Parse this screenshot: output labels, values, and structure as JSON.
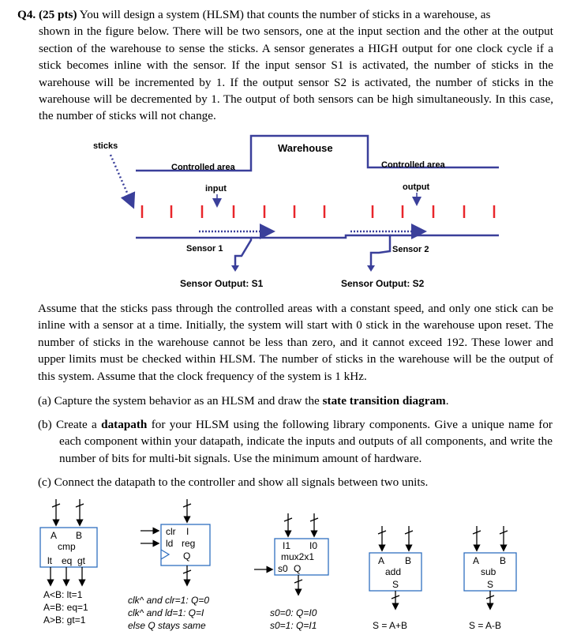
{
  "question": {
    "number": "Q4. (25 pts)",
    "text_line1": "You will design a system (HLSM) that counts the number of sticks in a warehouse, as",
    "text_rest": "shown in the figure below. There will be two sensors, one at the input section and the other at the output section of the warehouse to sense the sticks. A sensor generates a HIGH output for one clock cycle if a stick becomes inline with the sensor. If the input sensor S1 is activated, the number of sticks in the warehouse will be incremented by 1. If the output sensor S2 is activated, the number of sticks in the warehouse will be decremented by 1. The output of both sensors can be high simultaneously. In this case, the number of sticks will not change."
  },
  "figure": {
    "sticks_label": "sticks",
    "warehouse_label": "Warehouse",
    "controlled_area_left": "Controlled area",
    "controlled_area_right": "Controlled area",
    "input_label": "input",
    "output_label": "output",
    "sensor1_label": "Sensor 1",
    "sensor2_label": "Sensor 2",
    "sensor_output_s1": "Sensor Output: S1",
    "sensor_output_s2": "Sensor Output: S2",
    "stick_color": "#e8262b",
    "arrow_color": "#3a3f9a"
  },
  "assumptions": "Assume that the sticks pass through the controlled areas with a constant speed, and only one stick can be inline with a sensor at a time. Initially, the system will start with 0 stick in the warehouse upon reset. The number of sticks in the warehouse cannot be less than zero, and it cannot exceed 192. These lower and upper limits must be checked within HLSM. The number of sticks in the warehouse will be the output of this system. Assume that the clock frequency of the system is 1 kHz.",
  "parts": {
    "a_prefix": "(a) Capture the system behavior as an HLSM and draw the ",
    "a_bold": "state transition diagram",
    "a_suffix": ".",
    "b_prefix": "(b) Create a ",
    "b_bold": "datapath",
    "b_suffix": " for your HLSM using the following library components. Give a unique name for each component within your datapath, indicate the inputs and outputs of all components, and write the number of bits for multi-bit signals. Use the minimum amount of hardware.",
    "c_text": "(c) Connect the datapath to the controller and show all signals between two units."
  },
  "components": {
    "cmp": {
      "in_a": "A",
      "in_b": "B",
      "name": "cmp",
      "out_lt": "lt",
      "out_eq": "eq",
      "out_gt": "gt",
      "desc1": "A<B: lt=1",
      "desc2": "A=B: eq=1",
      "desc3": "A>B: gt=1"
    },
    "reg": {
      "clr": "clr",
      "ld": "ld",
      "name": "reg",
      "i": "I",
      "q": "Q",
      "desc1": "clk^ and clr=1: Q=0",
      "desc2": "clk^ and ld=1: Q=I",
      "desc3": "else Q stays same"
    },
    "mux": {
      "i1": "I1",
      "i0": "I0",
      "name": "mux2x1",
      "s0": "s0",
      "q": "Q",
      "desc1": "s0=0: Q=I0",
      "desc2": "s0=1: Q=I1"
    },
    "add": {
      "a": "A",
      "b": "B",
      "name": "add",
      "s": "S",
      "desc": "S = A+B"
    },
    "sub": {
      "a": "A",
      "b": "B",
      "name": "sub",
      "s": "S",
      "desc": "S = A-B"
    }
  }
}
